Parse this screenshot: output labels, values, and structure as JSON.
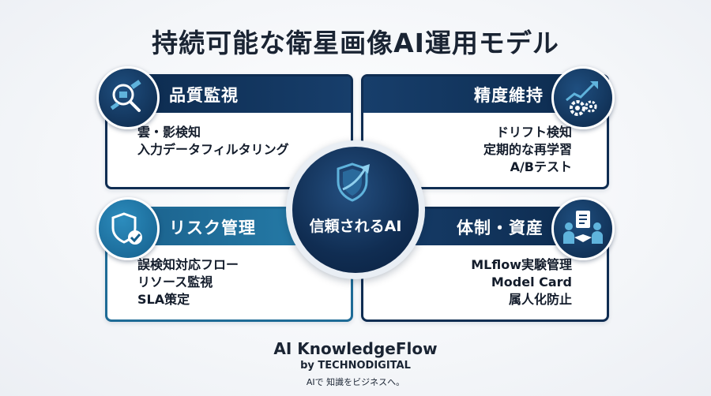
{
  "title": "持続可能な衛星画像AI運用モデル",
  "center": {
    "label": "信頼されるAI",
    "icon": "shield-arrow-icon"
  },
  "quadrants": {
    "top_left": {
      "heading": "品質監視",
      "icon": "satellite-magnifier-icon",
      "items": [
        "雲・影検知",
        "入力データフィルタリング"
      ]
    },
    "top_right": {
      "heading": "精度維持",
      "icon": "gears-trend-icon",
      "items": [
        "ドリフト検知",
        "定期的な再学習",
        "A/Bテスト"
      ]
    },
    "bottom_left": {
      "heading": "リスク管理",
      "icon": "shield-check-icon",
      "items": [
        "誤検知対応フロー",
        "リソース監視",
        "SLA策定"
      ]
    },
    "bottom_right": {
      "heading": "体制・資産",
      "icon": "handshake-document-icon",
      "items": [
        "MLflow実験管理",
        "Model Card",
        "属人化防止"
      ]
    }
  },
  "brand": {
    "name": "AI KnowledgeFlow",
    "by": "by TECHNODIGITAL",
    "tagline": "AIで 知識をビジネスへ。"
  },
  "colors": {
    "navy": "#0f2d52",
    "teal": "#1e6b96",
    "accent_light": "#5fb3dc"
  }
}
